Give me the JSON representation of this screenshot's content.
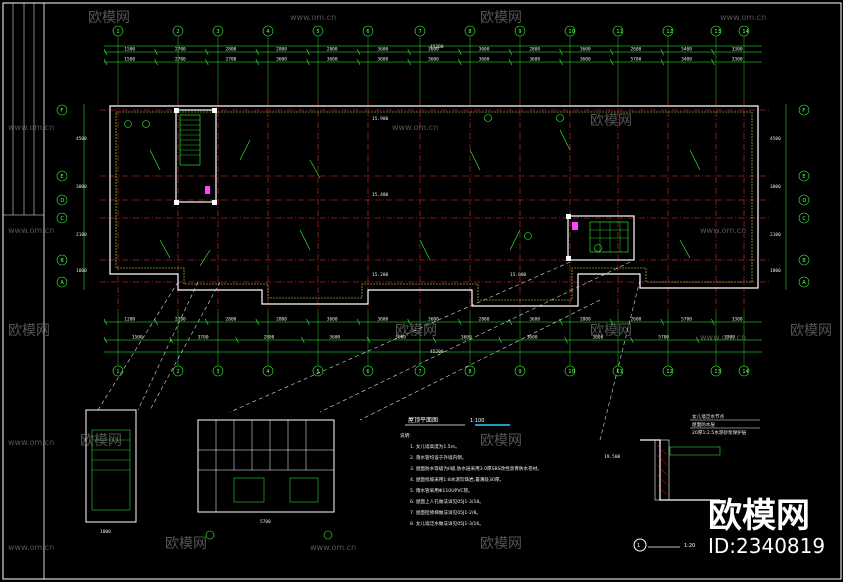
{
  "drawing": {
    "total_dimension": "45200",
    "plan_title": "屋顶平面图",
    "plan_scale": "1:100",
    "detail_label": "1",
    "detail_scale": "1:20",
    "top_spans": [
      "1500",
      "2700",
      "2700",
      "3600",
      "3600",
      "3600",
      "3600",
      "3600",
      "3600",
      "3600",
      "5700",
      "3400",
      "3300"
    ],
    "top_spans2": [
      "1500",
      "2700",
      "2800",
      "2800",
      "2800",
      "3600",
      "3600",
      "3600",
      "2800",
      "3600",
      "2600",
      "5400",
      "3300"
    ],
    "bottom_spans": [
      "1200",
      "2700",
      "2800",
      "2800",
      "3600",
      "3600",
      "3600",
      "2800",
      "3600",
      "2800",
      "2600",
      "5700",
      "3300"
    ],
    "bottom_spans2": [
      "1500",
      "3700",
      "2800",
      "3600",
      "3600",
      "3600",
      "3600",
      "3600",
      "5700",
      "3300"
    ],
    "axis_top": [
      "1",
      "2",
      "3",
      "4",
      "5",
      "6",
      "7",
      "8",
      "9",
      "10",
      "11",
      "12",
      "13",
      "14"
    ],
    "axis_side": [
      "F",
      "E",
      "D",
      "C",
      "B",
      "A"
    ],
    "left_dims": [
      "4500",
      "3000",
      "2100",
      "1800"
    ],
    "right_dims": [
      "4500",
      "3000",
      "2100",
      "1800"
    ],
    "plan_labels": [
      "15.900",
      "15.400",
      "15.200",
      "15.000"
    ],
    "notes": [
      "说明:",
      "1. 女儿墙高度为1.5m。",
      "2. 落水管均设于外墙内侧。",
      "3. 屋面防水等级为II级,防水层采用3.0厚SBS改性沥青防水卷材。",
      "4. 屋面找坡采用1:8水泥珍珠岩,最薄处30厚。",
      "5. 雨水管采用Φ110UPVC管。",
      "6. 屋面上人孔做法详见05J1-3/18。",
      "7. 屋面检修梯做法详见05J1-2/8。",
      "8. 女儿墙泛水做法详见05J1-3/16。"
    ],
    "detail_texts": [
      "女儿墙泛水节点",
      "屋面防水层",
      "20厚1:2.5水泥砂浆保护层",
      "19.500"
    ]
  },
  "watermark": {
    "brand_small": "欧模网",
    "url": "www.om.cn",
    "brand_big": "欧模网",
    "id_text": "ID:2340819"
  },
  "colors": {
    "background": "#000000",
    "axis_green": "#33ff33",
    "wall_white": "#ffffff",
    "grid_red": "#ff3030",
    "frame_white": "#ffffff"
  }
}
